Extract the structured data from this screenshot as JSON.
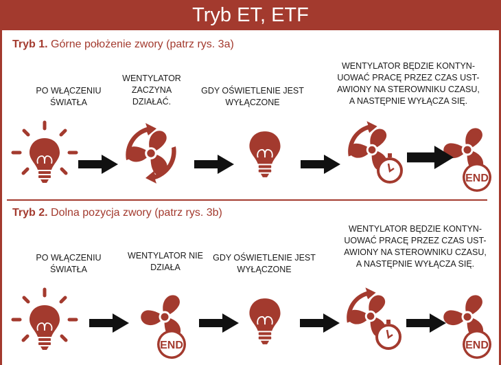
{
  "header": {
    "title": "Tryb ET, ETF"
  },
  "colors": {
    "accent": "#a33a2e",
    "arrow": "#111111"
  },
  "mode1": {
    "title_bold": "Tryb 1.",
    "title_rest": " Górne położenie zwory (patrz rys. 3a)",
    "steps": [
      "PO WŁĄCZENIU\nŚWIATŁA",
      "WENTYLATOR\nZACZYNA\nDZIAŁAĆ.",
      "GDY OŚWIETLENIE JEST\nWYŁĄCZONE",
      "WENTYLATOR BĘDZIE KONTYN-\nUOWAĆ PRACĘ PRZEZ CZAS UST-\nAWIONY NA STEROWNIKU CZASU,\nA NASTĘPNIE WYŁĄCZA SIĘ."
    ],
    "end_label": "END"
  },
  "mode2": {
    "title_bold": "Tryb 2.",
    "title_rest": " Dolna pozycja zwory (patrz rys. 3b)",
    "steps": [
      "PO WŁĄCZENIU\nŚWIATŁA",
      "WENTYLATOR NIE\nDZIAŁA",
      "GDY OŚWIETLENIE JEST\nWYŁĄCZONE",
      "WENTYLATOR BĘDZIE KONTYN-\nUOWAĆ PRACĘ PRZEZ CZAS UST-\nAWIONY NA STEROWNIKU CZASU,\nA NASTĘPNIE WYŁĄCZA SIĘ."
    ],
    "end_label": "END"
  }
}
